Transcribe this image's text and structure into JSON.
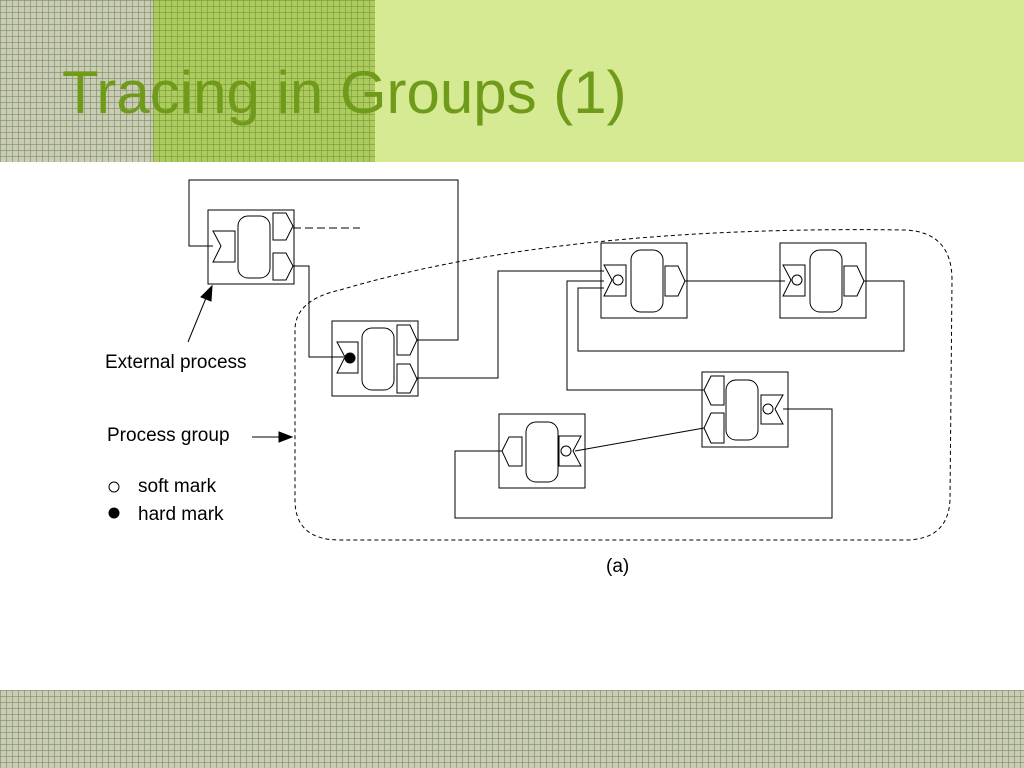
{
  "slide": {
    "title": "Tracing in Groups (1)"
  },
  "diagram": {
    "labels": {
      "external_process": "External process",
      "process_group": "Process group",
      "soft_mark": "soft mark",
      "hard_mark": "hard mark",
      "caption": "(a)"
    }
  },
  "colors": {
    "title": "#6f9a1a",
    "header_light": "#d6e993",
    "header_grid_green": "#aecb5e",
    "header_grid_gray": "#c8cdb4"
  }
}
